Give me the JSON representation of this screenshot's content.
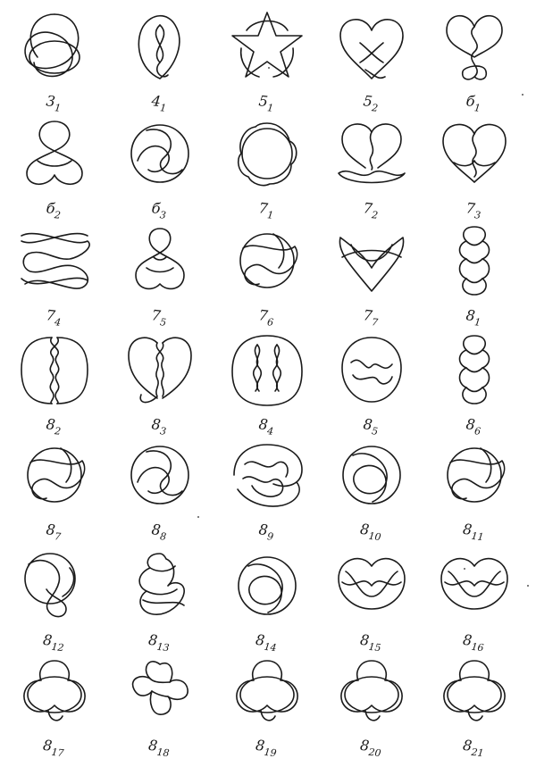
{
  "knots": [
    {
      "id": "k3_1",
      "crossings": "3",
      "index": "1",
      "col": 0,
      "row": 0,
      "shape": "trefoil"
    },
    {
      "id": "k4_1",
      "crossings": "4",
      "index": "1",
      "col": 1,
      "row": 0,
      "shape": "figure8"
    },
    {
      "id": "k5_1",
      "crossings": "5",
      "index": "1",
      "col": 2,
      "row": 0,
      "shape": "star"
    },
    {
      "id": "k5_2",
      "crossings": "5",
      "index": "2",
      "col": 3,
      "row": 0,
      "shape": "heart"
    },
    {
      "id": "k6_1",
      "crossings": "б",
      "index": "1",
      "col": 4,
      "row": 0,
      "shape": "heart-tall"
    },
    {
      "id": "k6_2",
      "crossings": "б",
      "index": "2",
      "col": 0,
      "row": 1,
      "shape": "pretzel"
    },
    {
      "id": "k6_3",
      "crossings": "б",
      "index": "3",
      "col": 1,
      "row": 1,
      "shape": "swirl"
    },
    {
      "id": "k7_1",
      "crossings": "7",
      "index": "1",
      "col": 2,
      "row": 1,
      "shape": "ring7"
    },
    {
      "id": "k7_2",
      "crossings": "7",
      "index": "2",
      "col": 3,
      "row": 1,
      "shape": "twist-bottom"
    },
    {
      "id": "k7_3",
      "crossings": "7",
      "index": "3",
      "col": 4,
      "row": 1,
      "shape": "heart-twist"
    },
    {
      "id": "k7_4",
      "crossings": "7",
      "index": "4",
      "col": 0,
      "row": 2,
      "shape": "lattice"
    },
    {
      "id": "k7_5",
      "crossings": "7",
      "index": "5",
      "col": 1,
      "row": 2,
      "shape": "pretzel-v"
    },
    {
      "id": "k7_6",
      "crossings": "7",
      "index": "6",
      "col": 2,
      "row": 2,
      "shape": "loops"
    },
    {
      "id": "k7_7",
      "crossings": "7",
      "index": "7",
      "col": 3,
      "row": 2,
      "shape": "bow"
    },
    {
      "id": "k8_1",
      "crossings": "8",
      "index": "1",
      "col": 4,
      "row": 2,
      "shape": "column"
    },
    {
      "id": "k8_2",
      "crossings": "8",
      "index": "2",
      "col": 0,
      "row": 3,
      "shape": "braid-oval"
    },
    {
      "id": "k8_3",
      "crossings": "8",
      "index": "3",
      "col": 1,
      "row": 3,
      "shape": "braid-heart"
    },
    {
      "id": "k8_4",
      "crossings": "8",
      "index": "4",
      "col": 2,
      "row": 3,
      "shape": "double-braid"
    },
    {
      "id": "k8_5",
      "crossings": "8",
      "index": "5",
      "col": 3,
      "row": 3,
      "shape": "center-twist"
    },
    {
      "id": "k8_6",
      "crossings": "8",
      "index": "6",
      "col": 4,
      "row": 3,
      "shape": "column"
    },
    {
      "id": "k8_7",
      "crossings": "8",
      "index": "7",
      "col": 0,
      "row": 4,
      "shape": "loops"
    },
    {
      "id": "k8_8",
      "crossings": "8",
      "index": "8",
      "col": 1,
      "row": 4,
      "shape": "swirl"
    },
    {
      "id": "k8_9",
      "crossings": "8",
      "index": "9",
      "col": 2,
      "row": 4,
      "shape": "wave"
    },
    {
      "id": "k8_10",
      "crossings": "8",
      "index": "10",
      "col": 3,
      "row": 4,
      "shape": "tangle"
    },
    {
      "id": "k8_11",
      "crossings": "8",
      "index": "11",
      "col": 4,
      "row": 4,
      "shape": "loops"
    },
    {
      "id": "k8_12",
      "crossings": "8",
      "index": "12",
      "col": 0,
      "row": 5,
      "shape": "ring-tail"
    },
    {
      "id": "k8_13",
      "crossings": "8",
      "index": "13",
      "col": 1,
      "row": 5,
      "shape": "lattice-small"
    },
    {
      "id": "k8_14",
      "crossings": "8",
      "index": "14",
      "col": 2,
      "row": 5,
      "shape": "tangle"
    },
    {
      "id": "k8_15",
      "crossings": "8",
      "index": "15",
      "col": 3,
      "row": 5,
      "shape": "bow-wide"
    },
    {
      "id": "k8_16",
      "crossings": "8",
      "index": "16",
      "col": 4,
      "row": 5,
      "shape": "bow-wide"
    },
    {
      "id": "k8_17",
      "crossings": "8",
      "index": "17",
      "col": 0,
      "row": 6,
      "shape": "trefoil-ring"
    },
    {
      "id": "k8_18",
      "crossings": "8",
      "index": "18",
      "col": 1,
      "row": 6,
      "shape": "clover"
    },
    {
      "id": "k8_19",
      "crossings": "8",
      "index": "19",
      "col": 2,
      "row": 6,
      "shape": "trefoil-ring"
    },
    {
      "id": "k8_20",
      "crossings": "8",
      "index": "20",
      "col": 3,
      "row": 6,
      "shape": "trefoil-ring"
    },
    {
      "id": "k8_21",
      "crossings": "8",
      "index": "21",
      "col": 4,
      "row": 6,
      "shape": "trefoil-ring"
    }
  ]
}
